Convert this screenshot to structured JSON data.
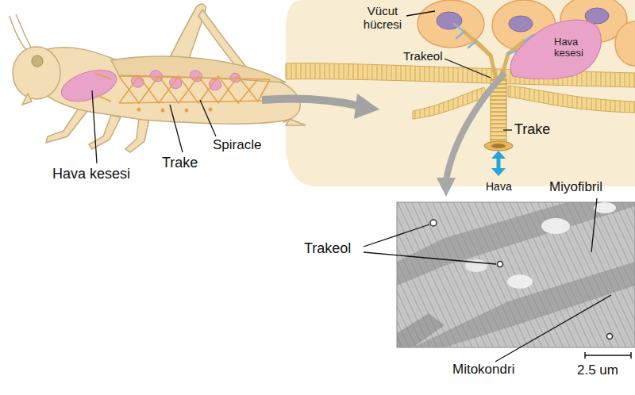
{
  "diagram": {
    "nodes": [
      {
        "text": [
          "Hava kesesi"
        ]
      }
    ],
    "labels": [
      "Hava kesesi",
      "Trake",
      "Spiracle",
      "Vücut hücresi",
      "Trakeol",
      "Trake",
      "Hava",
      "Miyofibril",
      "Trakeol",
      "Mitokondri",
      "2.5 um"
    ]
  }
}
